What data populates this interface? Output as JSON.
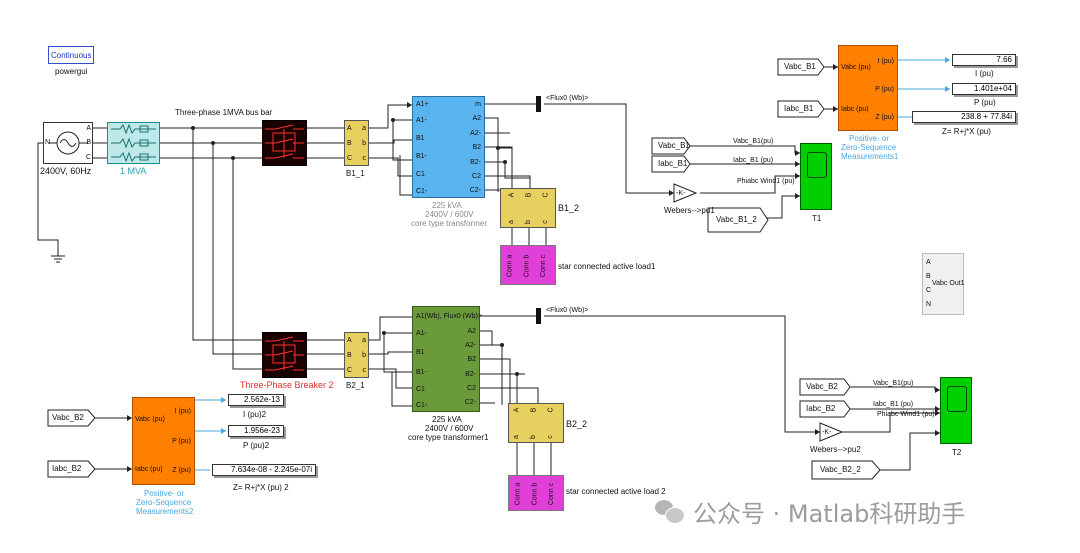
{
  "powergui": {
    "block": "Continuous",
    "label": "powergui"
  },
  "source": {
    "ports": [
      "A",
      "B",
      "C",
      "N"
    ],
    "label": "2400V, 60Hz"
  },
  "mva_block": {
    "label": "1 MVA"
  },
  "bus_label": "Three-phase 1MVA bus bar",
  "breaker2_label": "Three-Phase Breaker 2",
  "b1_1": {
    "ports_in": [
      "A",
      "B",
      "C"
    ],
    "ports_out": [
      "a",
      "b",
      "c"
    ],
    "label": "B1_1"
  },
  "b2_1": {
    "ports_in": [
      "A",
      "B",
      "C"
    ],
    "ports_out": [
      "a",
      "b",
      "c"
    ],
    "label": "B2_1"
  },
  "transformer1": {
    "ports_left": [
      "A1+",
      "A1-",
      "B1",
      "B1-",
      "C1",
      "C1-"
    ],
    "ports_right": [
      "m",
      "A2",
      "A2-",
      "B2",
      "B2-",
      "C2",
      "C2-"
    ],
    "caption": [
      "225 kVA",
      "2400V / 600V",
      "core type transformer"
    ]
  },
  "transformer2": {
    "ports_left": [
      "A1(Wb), Flux0 (Wb)>",
      "A1-",
      "B1",
      "B1-",
      "C1",
      "C1-"
    ],
    "ports_right": [
      "A2",
      "A2-",
      "B2",
      "B2-",
      "C2",
      "C2-"
    ],
    "caption": [
      "225 kVA",
      "2400V / 600V",
      "core type transformer1"
    ]
  },
  "flux_tag1": "<Flux0 (Wb)>",
  "flux_tag2": "<Flux0 (Wb)>",
  "b1_2": {
    "ports_top": [
      "A",
      "B",
      "C"
    ],
    "ports_bottom": [
      "a",
      "b",
      "c"
    ],
    "label": "B1_2"
  },
  "b2_2": {
    "ports_top": [
      "A",
      "B",
      "C"
    ],
    "ports_bottom": [
      "a",
      "b",
      "c"
    ],
    "label": "B2_2"
  },
  "load1": {
    "ports": [
      "Conn a",
      "Conn b",
      "Conn c"
    ],
    "label": "star connected active load1"
  },
  "load2": {
    "ports": [
      "Conn a",
      "Conn b",
      "Conn c"
    ],
    "label": "star connected active load 2"
  },
  "meas1": {
    "in_tags": [
      "Vabc_B1",
      "Iabc_B1"
    ],
    "ports_in": [
      "Vabc (pu)",
      "Iabc (pu)"
    ],
    "ports_out": [
      "I (pu)",
      "P (pu)",
      "Z (pu)"
    ],
    "displays": [
      "7.66",
      "1.401e+04",
      "238.8 + 77.84i"
    ],
    "display_labels": [
      "I (pu)",
      "P (pu)",
      "Z= R+j*X (pu)"
    ],
    "caption": [
      "Positive- or",
      "Zero-Sequence",
      "Measurements1"
    ]
  },
  "meas2": {
    "in_tags": [
      "Vabc_B2",
      "Iabc_B2"
    ],
    "ports_in": [
      "Vabc (pu)",
      "Iabc (pu)"
    ],
    "ports_out": [
      "I (pu)",
      "P (pu)",
      "Z (pu)"
    ],
    "displays": [
      "2.562e-13",
      "1.956e-23",
      "7.634e-08 - 2.245e-07i"
    ],
    "display_labels": [
      "I (pu)2",
      "P (pu)2",
      "Z= R+j*X (pu) 2"
    ],
    "caption": [
      "Positive- or",
      "Zero-Sequence",
      "Measurements2"
    ]
  },
  "scope1": {
    "in_tags": [
      "Vabc_B1",
      "Iabc_B1"
    ],
    "signals": [
      "Vabc_B1(pu)",
      "Iabc_B1 (pu)",
      "Phiabc Wind1 (pu)"
    ],
    "gain": "-K-",
    "gain_label": "Webers-->pu1",
    "tag_bottom": "Vabc_B1_2",
    "label": "T1"
  },
  "scope2": {
    "in_tags": [
      "Vabc_B2",
      "Iabc_B2"
    ],
    "signals": [
      "Vabc_B1(pu)",
      "Iabc_B1 (pu)",
      "Phiabc Wind1 (pu)"
    ],
    "gain": "-K-",
    "gain_label": "Webers-->pu2",
    "tag_bottom": "Vabc_B2_2",
    "label": "T2"
  },
  "vabc_out": {
    "ports": [
      "A",
      "B",
      "C",
      "N"
    ],
    "label": "Vabc Out1"
  },
  "watermark": "公众号 · Matlab科研助手"
}
